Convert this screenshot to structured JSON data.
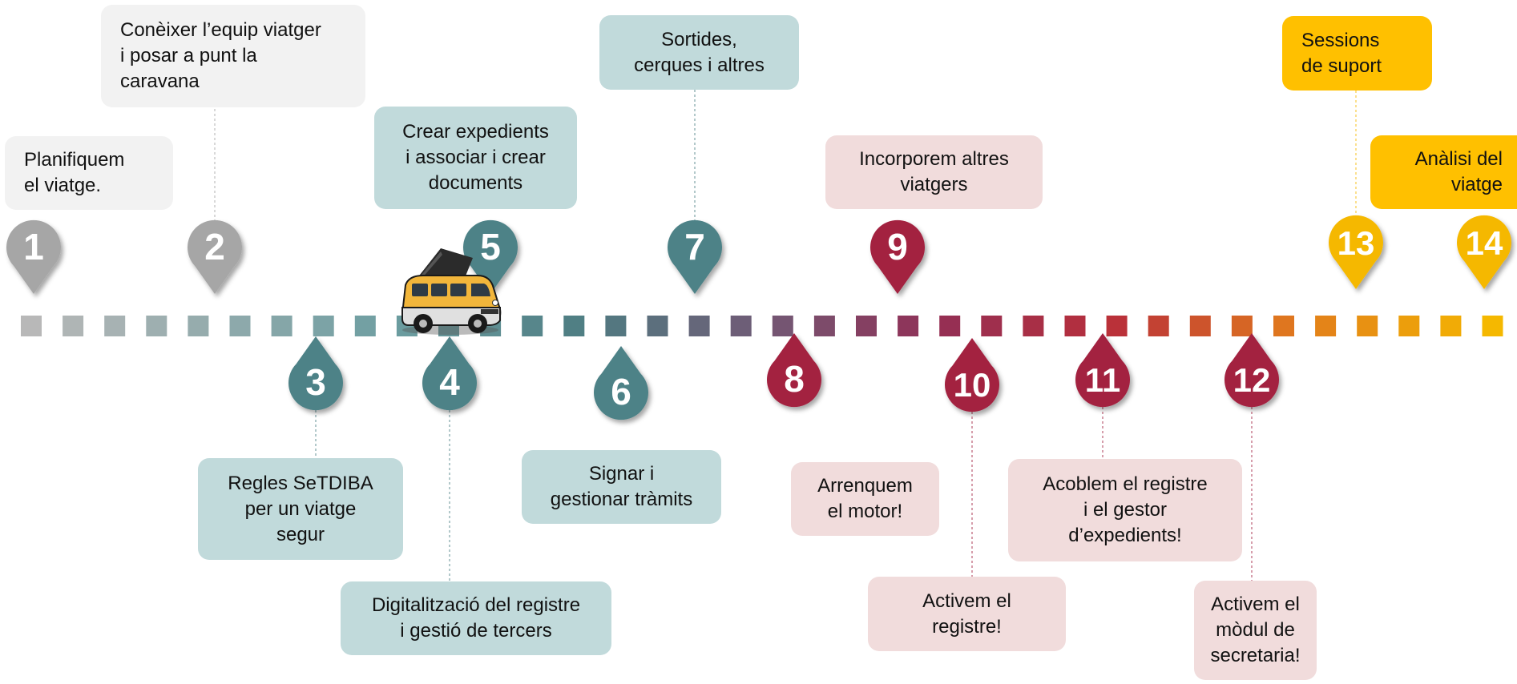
{
  "timeline": {
    "colors": {
      "gray": "#a6a6a6",
      "teal": "#4e8287",
      "crimson": "#a3203f",
      "gold": "#f5b800",
      "box_gray": "#f2f2f2",
      "box_teal": "#c1dadb",
      "box_pink": "#f1dcdc",
      "box_gold": "#ffc000"
    },
    "steps": [
      {
        "number": "1",
        "color": "gray",
        "label": "Planifiquem\nel viatge."
      },
      {
        "number": "2",
        "color": "gray",
        "label": "Conèixer l’equip viatger\ni posar a punt la\ncaravana"
      },
      {
        "number": "3",
        "color": "teal",
        "label": "Regles SeTDIBA\nper un viatge\nsegur"
      },
      {
        "number": "4",
        "color": "teal",
        "label": "Digitalització del registre\ni gestió de tercers"
      },
      {
        "number": "5",
        "color": "teal",
        "label": "Crear expedients\ni associar i crear\ndocuments"
      },
      {
        "number": "6",
        "color": "teal",
        "label": "Signar i\ngestionar tràmits"
      },
      {
        "number": "7",
        "color": "teal",
        "label": "Sortides,\ncerques i altres"
      },
      {
        "number": "8",
        "color": "crimson",
        "label": "Arrenquem\nel motor!"
      },
      {
        "number": "9",
        "color": "crimson",
        "label": "Incorporem altres\nviatgers"
      },
      {
        "number": "10",
        "color": "crimson",
        "label": "Activem el\nregistre!"
      },
      {
        "number": "11",
        "color": "crimson",
        "label": "Acoblem el  registre\ni el gestor\nd’expedients!"
      },
      {
        "number": "12",
        "color": "crimson",
        "label": "Activem el\nmòdul de\nsecretaria!"
      },
      {
        "number": "13",
        "color": "gold",
        "label": "Sessions\nde suport"
      },
      {
        "number": "14",
        "color": "gold",
        "label": "Anàlisi del\nviatge"
      }
    ],
    "icons": {
      "van": "campervan-icon"
    }
  }
}
